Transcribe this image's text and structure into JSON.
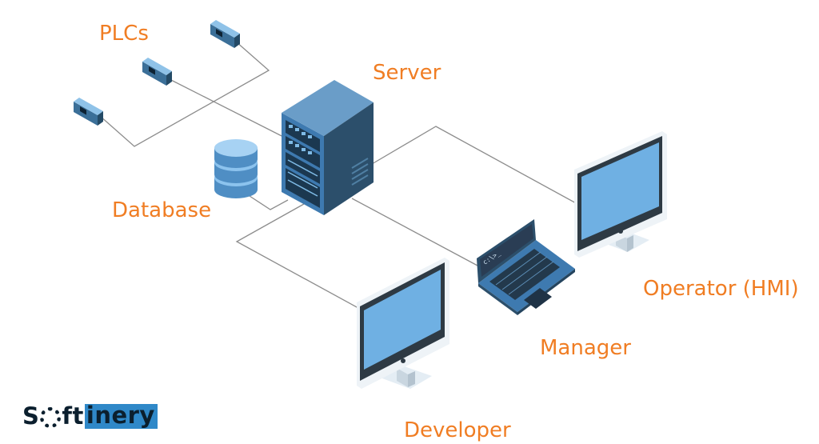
{
  "labels": {
    "plcs": "PLCs",
    "server": "Server",
    "database": "Database",
    "operator": "Operator (HMI)",
    "manager": "Manager",
    "developer": "Developer"
  },
  "logo": {
    "prefix": "S",
    "mid": "ft",
    "highlight": "inery"
  },
  "colors": {
    "label": "#f07d23",
    "line": "#8c8c8c",
    "screen": "#6fb0e3",
    "bezel": "#2e3a44",
    "server_front": "#3e7ab0",
    "server_side": "#2c4f6b",
    "logo_accent": "#2f88c8"
  }
}
